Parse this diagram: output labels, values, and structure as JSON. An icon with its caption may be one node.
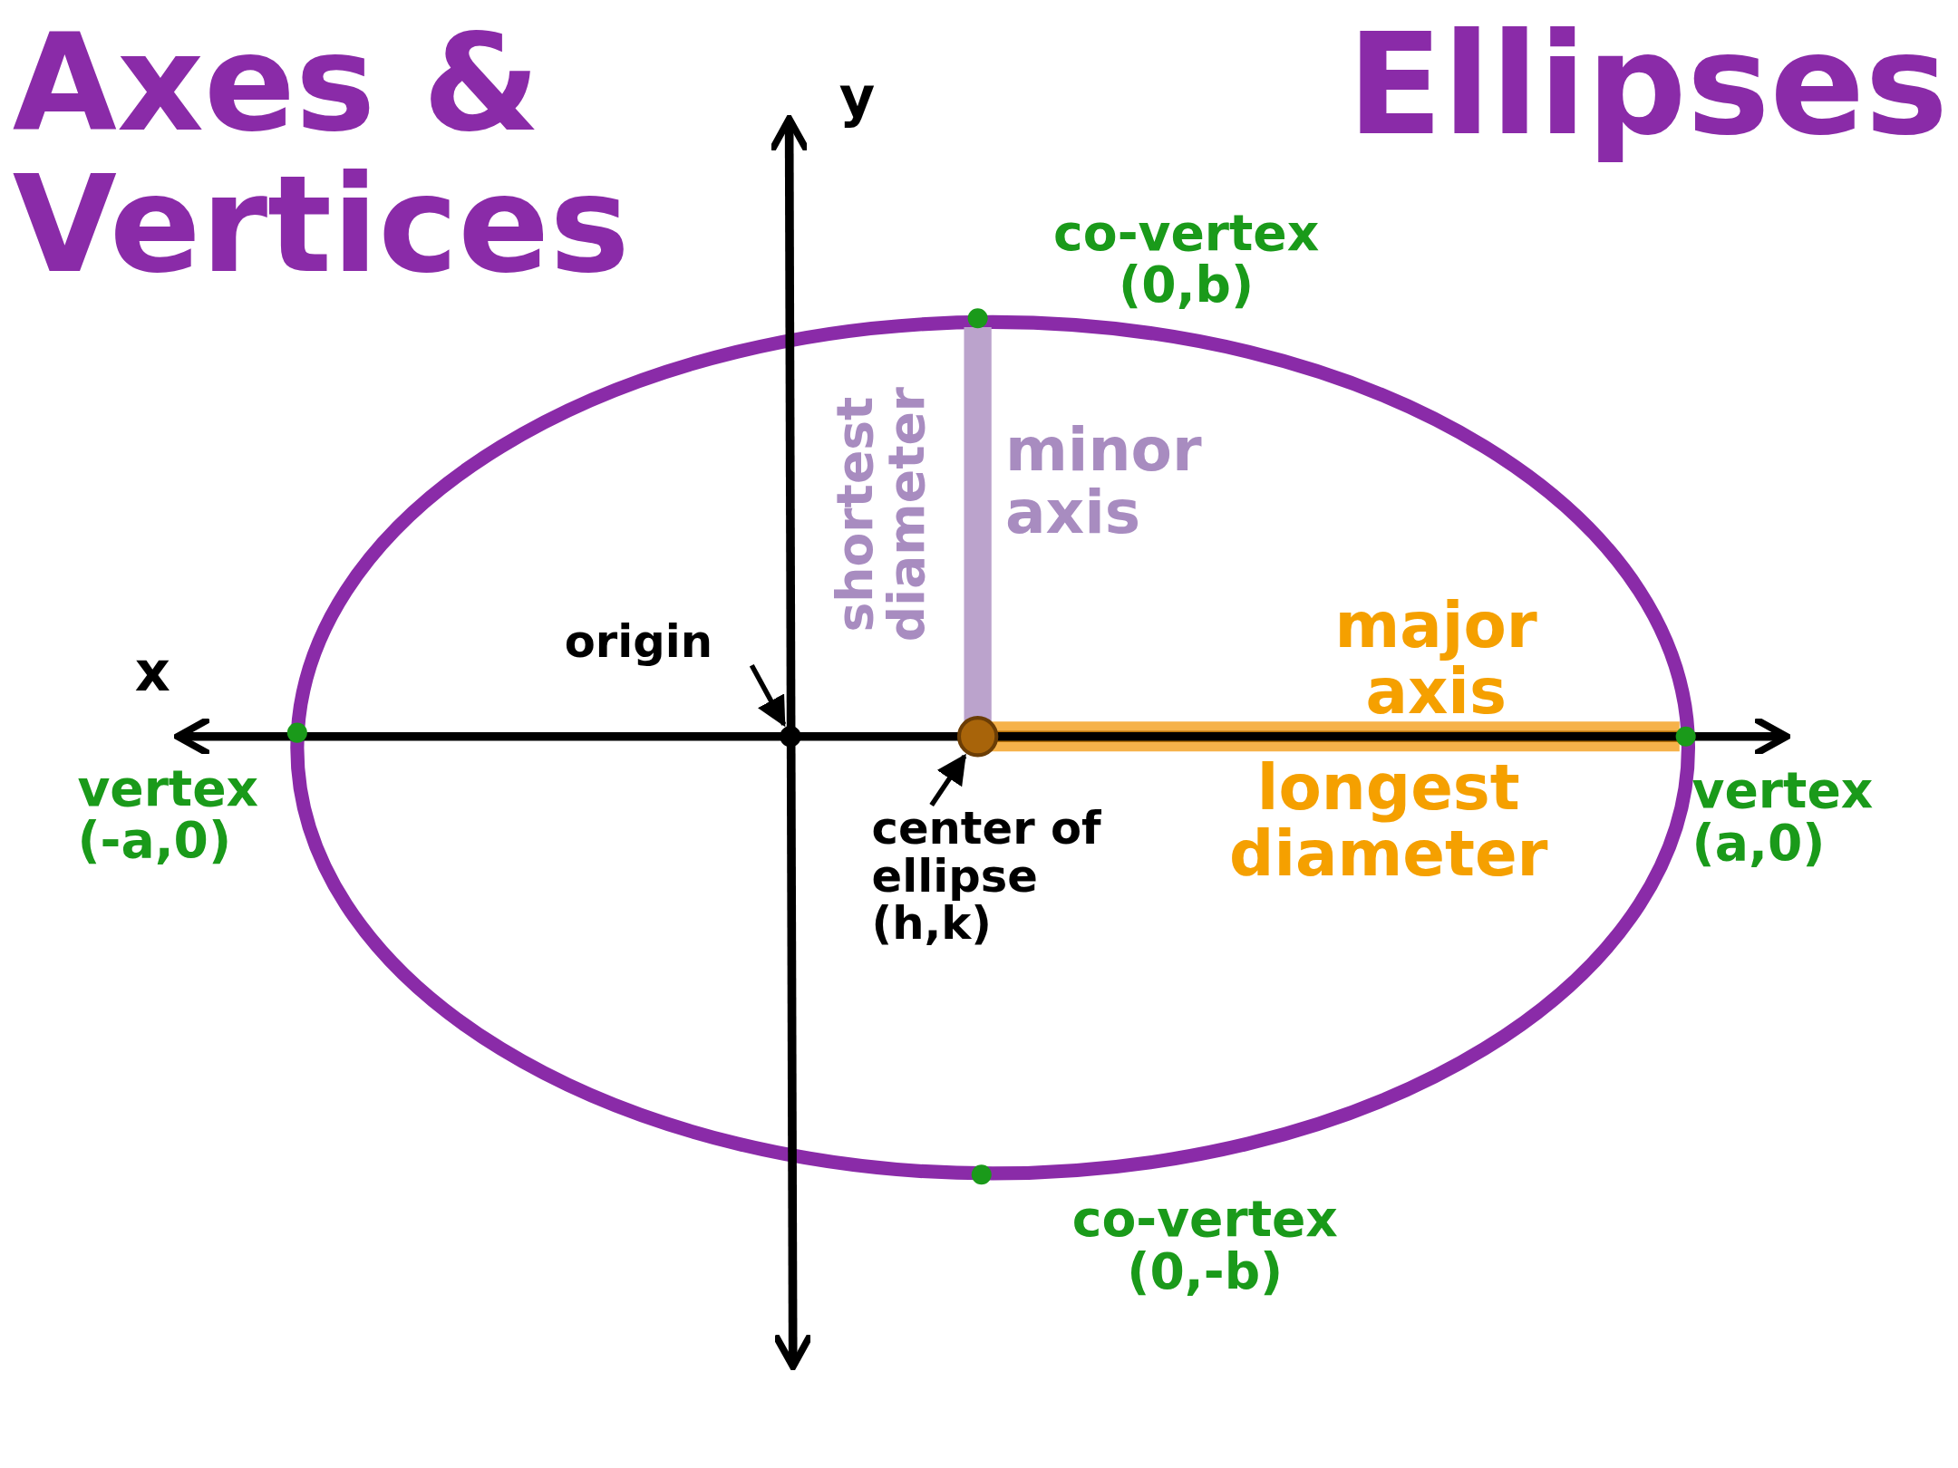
{
  "diagram": {
    "title": "Ellipses",
    "nodes": [
      {
        "text": [
          "origin"
        ]
      },
      {
        "text": [
          "center of ellipse (h,k)"
        ]
      },
      {
        "text": [],
        "shape": "circle"
      },
      {
        "text": [],
        "shape": "circle"
      }
    ],
    "edges": [
      {
        "from": 0,
        "to": 3,
        "arrow": "to"
      },
      {
        "from": 1,
        "to": 2,
        "arrow": "to"
      }
    ],
    "labels": [
      "Axes & Vertices",
      "y",
      "co-vertex (0,b)",
      "minor axis",
      "shortest diameter",
      "major axis",
      "x",
      "vertex (-a,0)",
      "longest diameter",
      "vertex (a,0)",
      "co-vertex (0,-b)"
    ]
  }
}
